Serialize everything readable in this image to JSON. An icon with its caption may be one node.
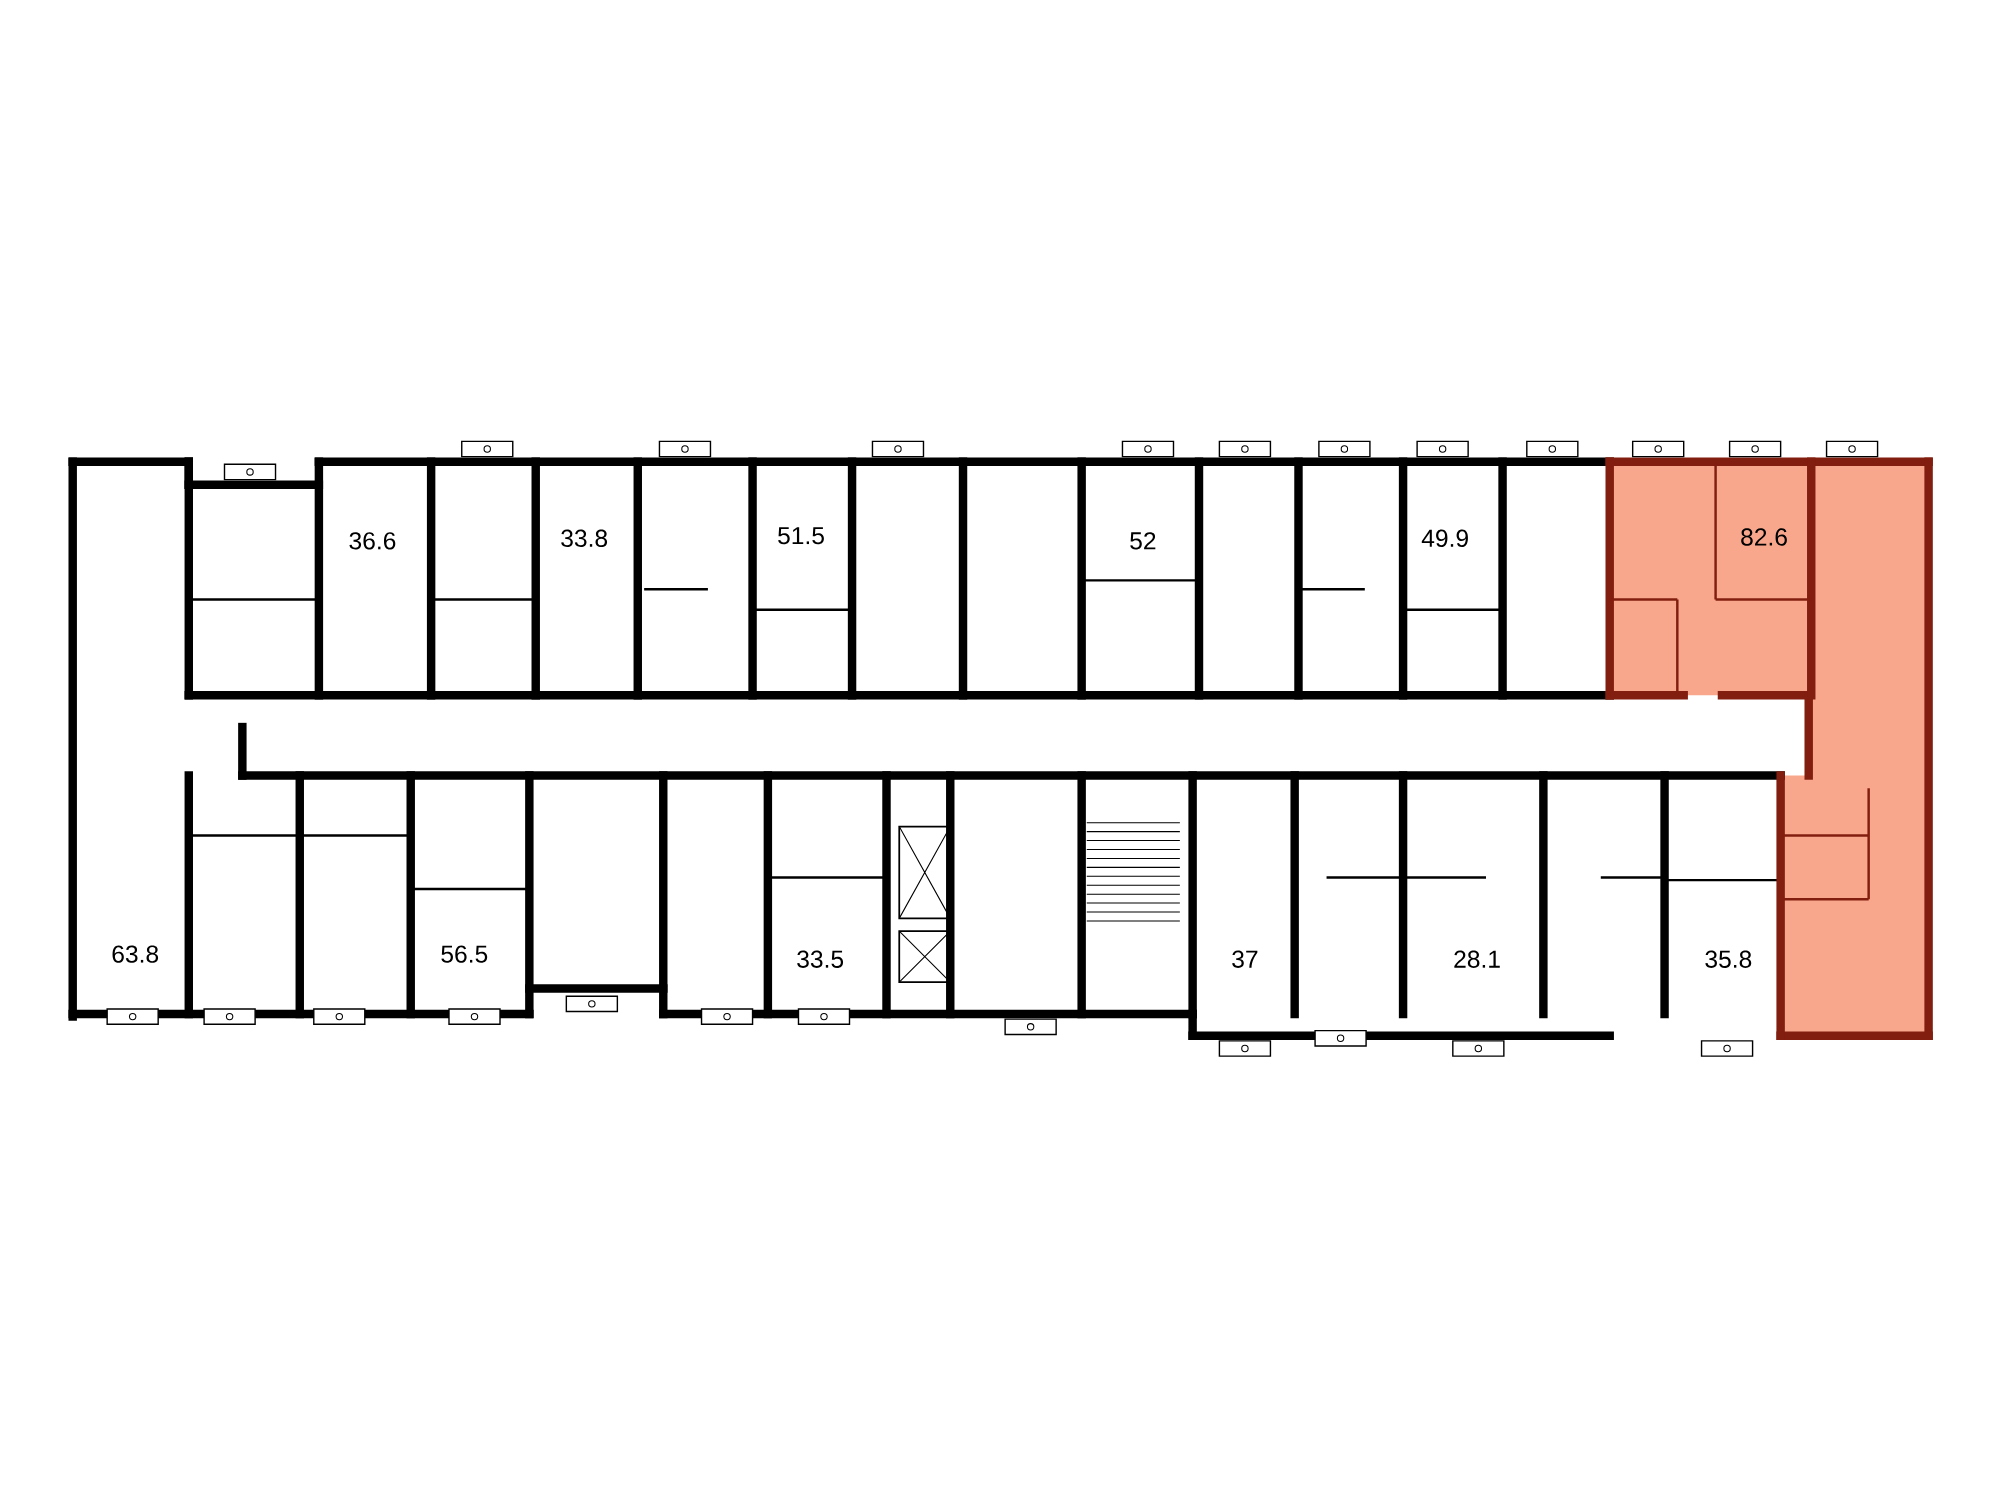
{
  "diagram": {
    "labels": [
      "36.6",
      "33.8",
      "51.5",
      "52",
      "49.9",
      "82.6",
      "63.8",
      "56.5",
      "33.5",
      "37",
      "28.1",
      "35.8"
    ]
  }
}
